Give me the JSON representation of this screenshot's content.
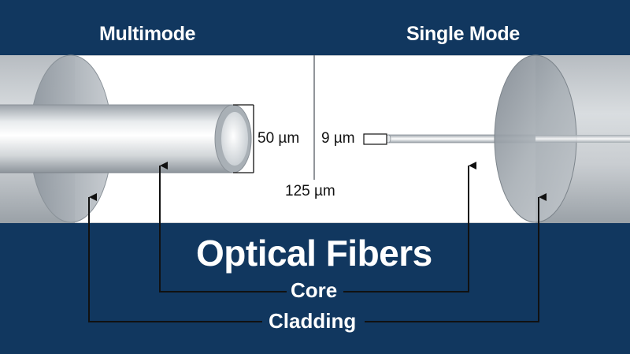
{
  "header": {
    "left_title": "Multimode",
    "right_title": "Single Mode"
  },
  "dimensions": {
    "multimode_core": "50 µm",
    "singlemode_core": "9 µm",
    "cladding_diameter": "125 µm"
  },
  "labels": {
    "title": "Optical Fibers",
    "core": "Core",
    "cladding": "Cladding"
  },
  "colors": {
    "background": "#11375f",
    "panel": "#ffffff",
    "arrow": "#111111"
  }
}
